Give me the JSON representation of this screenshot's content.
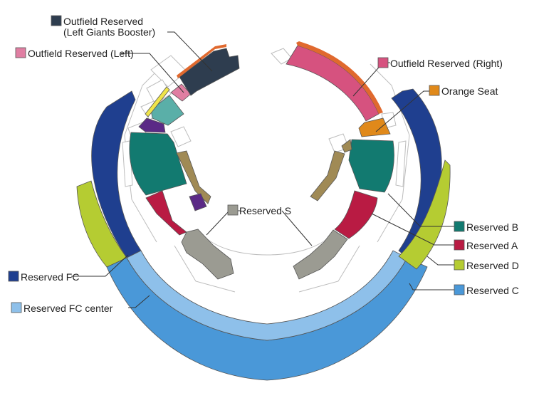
{
  "legend": {
    "outfield_left_booster": {
      "line1": "Outfield Reserved",
      "line2": "(Left Giants Booster)",
      "color": "#2e3d4f"
    },
    "outfield_left": {
      "label": "Outfield Reserved (Left)",
      "color": "#e07ea2"
    },
    "outfield_right": {
      "label": "Outfield Reserved (Right)",
      "color": "#d6527f"
    },
    "orange_seat": {
      "label": "Orange Seat",
      "color": "#e0891a"
    },
    "reserved_s": {
      "label": "Reserved S",
      "color": "#9b9b92"
    },
    "reserved_b": {
      "label": "Reserved B",
      "color": "#127a70"
    },
    "reserved_a": {
      "label": "Reserved A",
      "color": "#b91b43"
    },
    "reserved_d": {
      "label": "Reserved D",
      "color": "#b5cc32"
    },
    "reserved_c": {
      "label": "Reserved C",
      "color": "#4a98d8"
    },
    "reserved_fc": {
      "label": "Reserved FC",
      "color": "#1f3f8f"
    },
    "reserved_fc_center": {
      "label": "Reserved FC center",
      "color": "#8ec0ea"
    }
  },
  "extra_colors": {
    "left_teal": "#5aafa8",
    "purple": "#5b2a86",
    "olive": "#a08a55",
    "yellow": "#efe44a",
    "orange_strip": "#e0692e"
  }
}
